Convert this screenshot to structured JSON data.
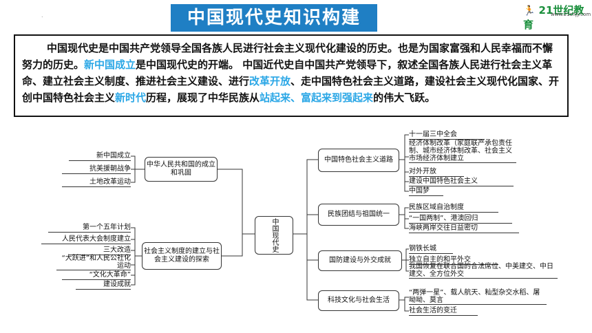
{
  "title": "中国现代史知识构建",
  "logo": {
    "mark": "21世纪教育",
    "url": "www.21cnjy.com"
  },
  "intro": {
    "p1": "中国现代史是中国共产党领导全国各族人民进行社会主义现代化建设的历史。也是为国家富强和人民幸福而不懈努力的历史。",
    "h1": "新中国成立",
    "p2": "是中国现代史的开端。 中国近代史自中国共产党领导下，叙述全国各族人民进行社会主义革命、建立社会主义制度、推进社会主义建设、进行",
    "h2": "改革开放",
    "p3": "、走中国特色社会主义道路，建设社会主义现代化国家、开创中国特色社会主义",
    "h3": "新时代",
    "p4": "历程，展现了中华民族从",
    "h4": "站起来、富起来到强起来",
    "p5": "的伟大飞跃。"
  },
  "center": "中国现代史",
  "left": [
    {
      "label": "中华人民共和国的成立和巩固",
      "items": [
        "新中国成立",
        "抗美援朝战争",
        "土地改革运动"
      ]
    },
    {
      "label": "社会主义制度的建立与社会主义建设的探索",
      "items": [
        "第一个五年计划",
        "人民代表大会制度建立",
        "三大改造",
        "“大跃进”和人民公社化运动",
        "“文化大革命”",
        "建设成就"
      ]
    }
  ],
  "right": [
    {
      "label": "中国特色社会主义道路",
      "items": [
        "十一届三中全会",
        "经济体制改革（家庭联产承包责任制、城市经济体制改革、社会主义市场经济体制建立",
        "对外开放",
        "建设中国特色社会主义",
        "中国梦"
      ]
    },
    {
      "label": "民族团结与祖国统一",
      "items": [
        "民族区域自治制度",
        "“一国两制”、港澳回归",
        "海峡两岸交往日益密切"
      ]
    },
    {
      "label": "国防建设与外交成就",
      "items": [
        "钢铁长城",
        "独立自主的和平外交",
        "我国恢复在联合国的合法席位、中美建交、中日建交、全方位外交"
      ]
    },
    {
      "label": "科技文化与社会生活",
      "items": [
        "“两弹一星”、载人航天、籼型杂交水稻、屠呦呦、莫言",
        "社会生活的变迁"
      ]
    }
  ]
}
